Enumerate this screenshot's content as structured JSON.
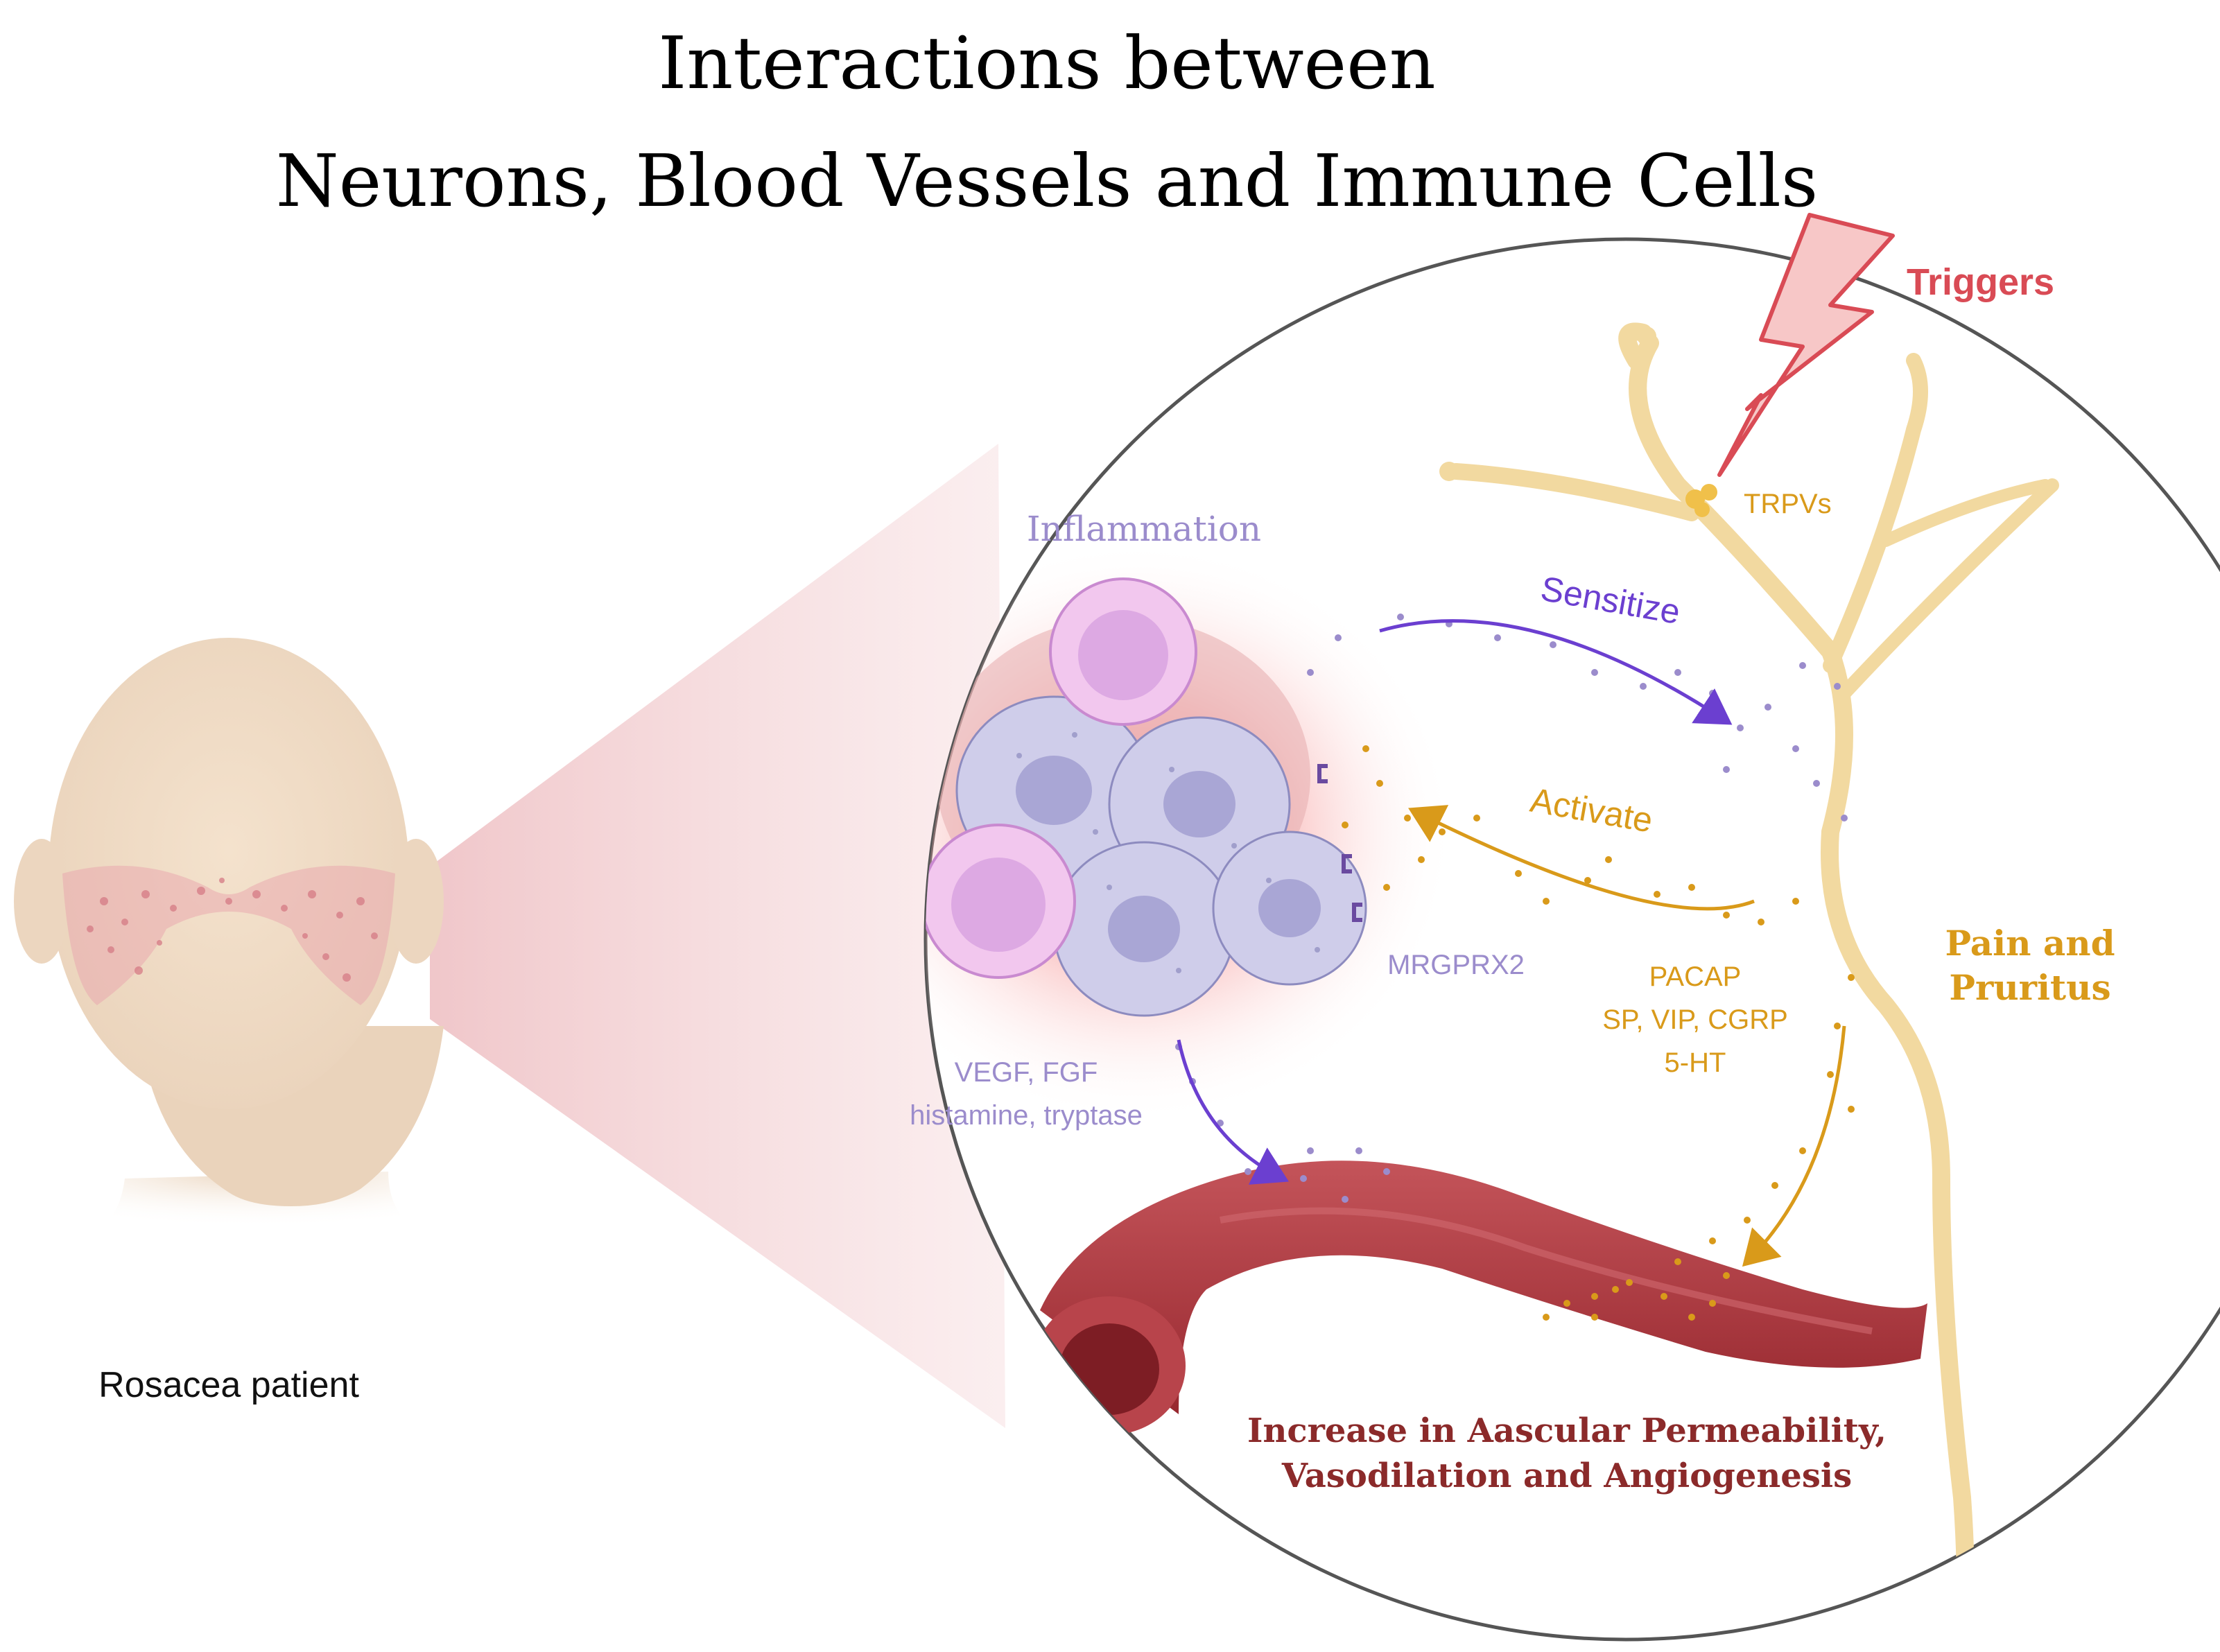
{
  "title": {
    "line1": "Interactions between",
    "line2": "Neurons, Blood Vessels and Immune Cells"
  },
  "patient_label": "Rosacea patient",
  "labels": {
    "triggers": "Triggers",
    "trpvs": "TRPVs",
    "inflammation": "Inflammation",
    "sensitize": "Sensitize",
    "activate": "Activate",
    "mrgprx2": "MRGPRX2",
    "mediators_line1": "VEGF, FGF",
    "mediators_line2": "histamine, tryptase",
    "neuropeptides_line1": "PACAP",
    "neuropeptides_line2": "SP, VIP, CGRP",
    "neuropeptides_line3": "5-HT",
    "pain_line1": "Pain and",
    "pain_line2": "Pruritus",
    "outcome_line1": "Increase in Aascular Permeability,",
    "outcome_line2": "Vasodilation and Angiogenesis"
  },
  "colors": {
    "trigger_red": "#d94b55",
    "nerve": "#f2d9a0",
    "nerve_text": "#d99a1a",
    "sensitize_purple": "#6b3fd0",
    "immune_text": "#9b8ccc",
    "vessel": "#a8353b",
    "outcome_text": "#8b2a2a"
  },
  "icons": [
    "head-icon",
    "lightning-icon",
    "nerve-icon",
    "mast-cell-icon",
    "blood-vessel-icon",
    "receptor-icon"
  ]
}
